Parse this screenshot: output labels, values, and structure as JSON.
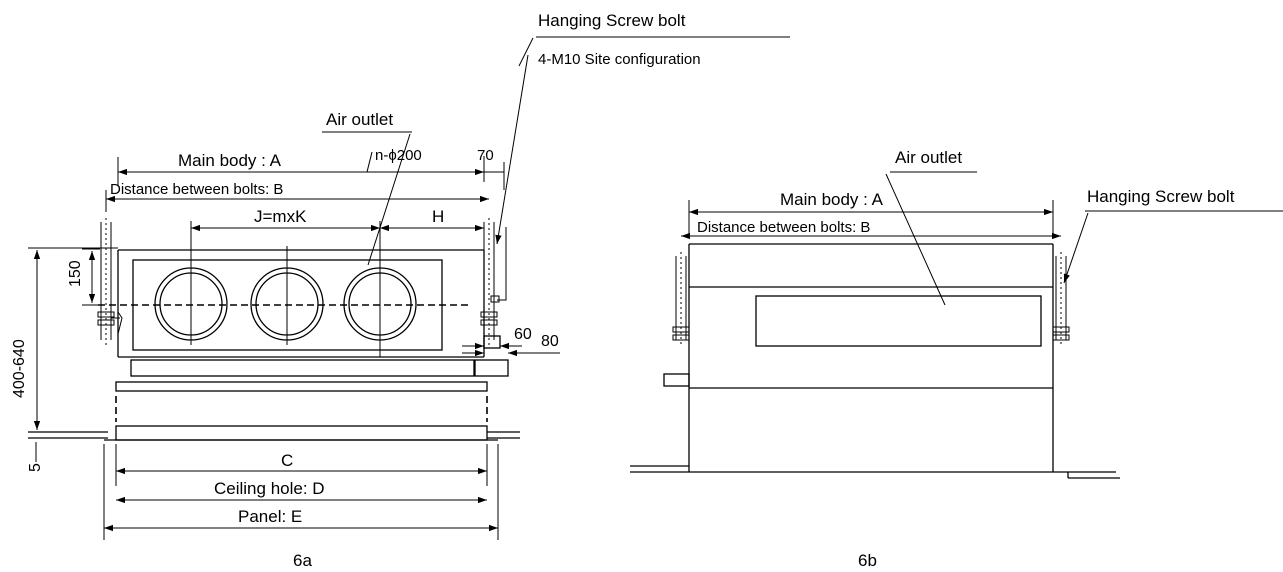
{
  "top_callout": {
    "hanging_bolt": "Hanging Screw bolt",
    "bolt_spec": "4-M10 Site configuration"
  },
  "fig_a": {
    "caption": "6a",
    "air_outlet": "Air outlet",
    "outlet_count": "n-ϕ200",
    "dim_70": "70",
    "main_body": "Main body : A",
    "bolt_distance": "Distance between bolts: B",
    "dim_j": "J=mxK",
    "dim_h": "H",
    "dim_150": "150",
    "dim_height": "400-640",
    "dim_5": "5",
    "dim_60": "60",
    "dim_80": "80",
    "dim_c": "C",
    "ceiling_hole": "Ceiling hole: D",
    "panel": "Panel: E"
  },
  "fig_b": {
    "caption": "6b",
    "air_outlet": "Air outlet",
    "hanging_bolt": "Hanging Screw bolt",
    "main_body": "Main body : A",
    "bolt_distance": "Distance between bolts: B"
  }
}
